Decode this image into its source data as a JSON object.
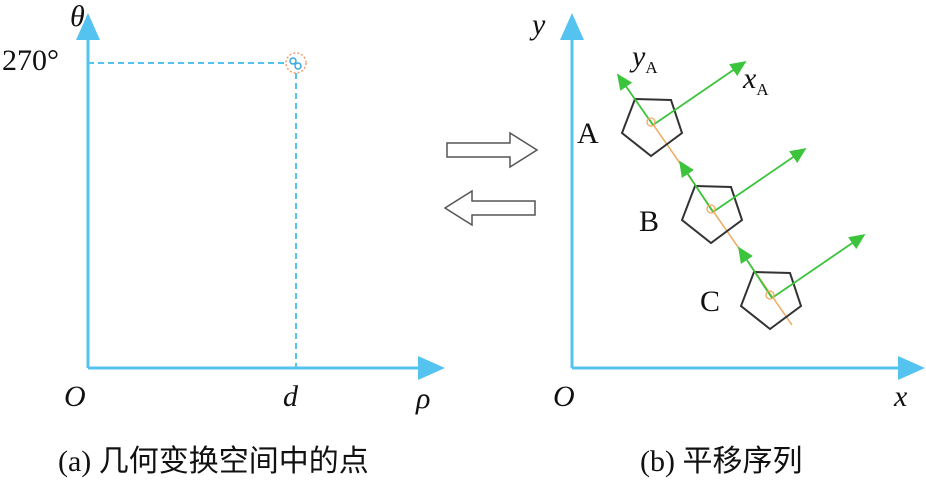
{
  "left_panel": {
    "y_axis_label": "θ",
    "x_axis_label": "ρ",
    "origin_label": "O",
    "y_tick_label": "270°",
    "x_tick_label": "d",
    "caption": "(a) 几何变换空间中的点"
  },
  "right_panel": {
    "y_axis_label": "y",
    "x_axis_label": "x",
    "origin_label": "O",
    "local_y_label": "y",
    "local_y_sub": "A",
    "local_x_label": "x",
    "local_x_sub": "A",
    "points": [
      "A",
      "B",
      "C"
    ],
    "caption": "(b) 平移序列"
  },
  "colors": {
    "axis": "#55c3f0",
    "local_axes": "#3cc43c",
    "path": "#f0a860",
    "shape": "#333333"
  }
}
